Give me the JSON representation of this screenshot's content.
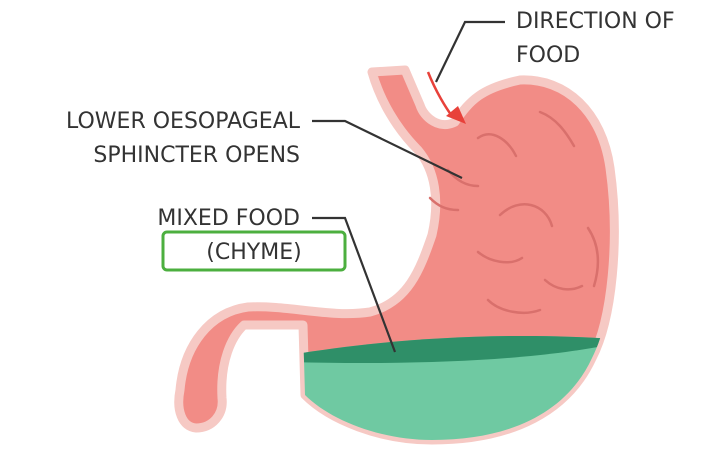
{
  "labels": {
    "direction_line1": "DIRECTION OF",
    "direction_line2": "FOOD",
    "sphincter_line1": "LOWER OESOPAGEAL",
    "sphincter_line2": "SPHINCTER OPENS",
    "mixed_line1": "MIXED FOOD",
    "mixed_line2": "(CHYME)"
  },
  "colors": {
    "stomach_fill": "#f28c86",
    "stomach_outline": "#f6c9c4",
    "stomach_folds": "#d9706c",
    "chyme_fill": "#6fc9a2",
    "chyme_surface": "#2f8f68",
    "arrow": "#e8413a",
    "leader_line": "#333333",
    "highlight_box": "#4caf3f"
  }
}
